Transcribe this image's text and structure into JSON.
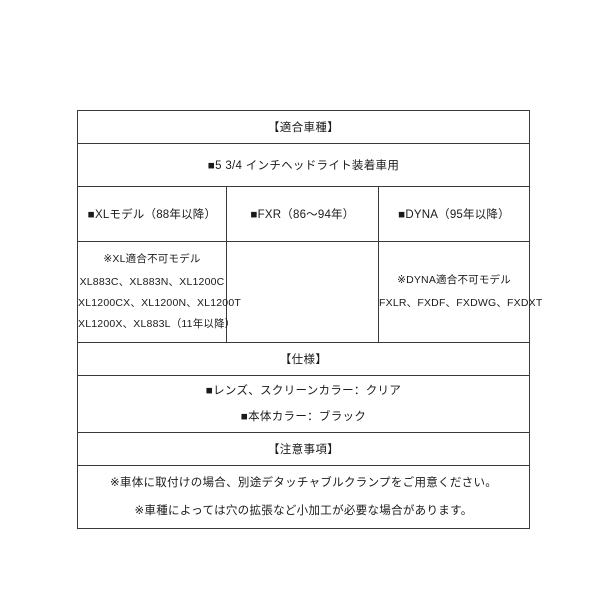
{
  "document": {
    "background_color": "#ffffff",
    "border_color": "#3a3a3a",
    "text_color": "#1a1a1a"
  },
  "table": {
    "fitment_heading": "【適合車種】",
    "headlight_note": "■5 3/4 インチヘッドライト装着車用",
    "model_columns": [
      {
        "label": "■XLモデル（88年以降）"
      },
      {
        "label": "■FXR（86〜94年）"
      },
      {
        "label": "■DYNA（95年以降）"
      }
    ],
    "exclusions": {
      "xl": {
        "heading": "※XL適合不可モデル",
        "lines": [
          "XL883C、XL883N、XL1200C",
          "XL1200CX、XL1200N、XL1200T",
          "XL1200X、XL883L（11年以降）"
        ]
      },
      "fxr": {
        "heading": "",
        "lines": []
      },
      "dyna": {
        "heading": "※DYNA適合不可モデル",
        "lines": [
          "FXLR、FXDF、FXDWG、FXDXT"
        ]
      }
    },
    "spec_heading": "【仕様】",
    "spec_lines": [
      "■レンズ、スクリーンカラー：クリア",
      "■本体カラー：ブラック"
    ],
    "caution_heading": "【注意事項】",
    "caution_lines": [
      "※車体に取付けの場合、別途デタッチャブルクランプをご用意ください。",
      "※車種によっては穴の拡張など小加工が必要な場合があります。"
    ]
  }
}
